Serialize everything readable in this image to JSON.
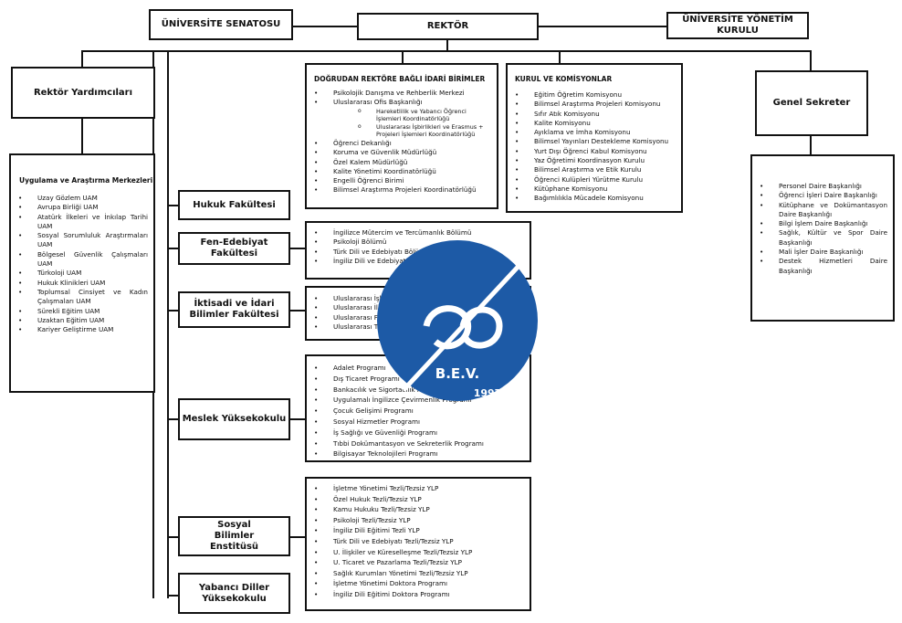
{
  "top": {
    "senate": "ÜNİVERSİTE SENATOSU",
    "rector": "REKTÖR",
    "board": "ÜNİVERSİTE YÖNETİM KURULU"
  },
  "vice_rectors": {
    "title": "Rektör Yardımcıları"
  },
  "research_centers": {
    "title": "Uygulama ve Araştırma Merkezleri",
    "items": [
      "Uzay Gözlem UAM",
      "Avrupa Birliği UAM",
      "Atatürk İlkeleri ve İnkılap Tarihi UAM",
      "Sosyal Sorumluluk Araştırmaları UAM",
      "Bölgesel Güvenlik Çalışmaları UAM",
      "Türkoloji UAM",
      "Hukuk Klinikleri UAM",
      "Toplumsal Cinsiyet ve Kadın Çalışmaları UAM",
      "Sürekli Eğitim UAM",
      "Uzaktan Eğitim UAM",
      "Kariyer Geliştirme UAM"
    ]
  },
  "admin_units": {
    "title": "DOĞRUDAN REKTÖRE BAĞLI İDARİ BİRİMLER",
    "items_a": [
      "Psikolojik Danışma ve Rehberlik Merkezi",
      "Uluslararası Ofis Başkanlığı"
    ],
    "sub_items": [
      "Hareketlilik ve Yabancı Öğrenci İşlemleri Koordinatörlüğü",
      "Uluslararası İşbirlikleri ve Erasmus + Projeleri İşlemleri Koordinatörlüğü"
    ],
    "items_b": [
      "Öğrenci Dekanlığı",
      "Koruma ve Güvenlik Müdürlüğü",
      "Özel Kalem Müdürlüğü",
      "Kalite Yönetimi Koordinatörlüğü",
      "Engelli Öğrenci Birimi",
      "Bilimsel Araştırma Projeleri Koordinatörlüğü"
    ]
  },
  "councils": {
    "title": "KURUL VE KOMİSYONLAR",
    "items": [
      "Eğitim Öğretim Komisyonu",
      "Bilimsel Araştırma Projeleri Komisyonu",
      "Sıfır Atık Komisyonu",
      "Kalite Komisyonu",
      "Ayıklama ve İmha Komisyonu",
      "Bilimsel Yayınları Destekleme Komisyonu",
      "Yurt Dışı Öğrenci Kabul Komisyonu",
      "Yaz Öğretimi Koordinasyon Kurulu",
      "Bilimsel Araştırma ve Etik Kurulu",
      "Öğrenci Kulüpleri Yürütme Kurulu",
      "Kütüphane Komisyonu",
      "Bağımlılıkla Mücadele Komisyonu"
    ]
  },
  "secretary": {
    "title": "Genel Sekreter",
    "items": [
      "Personel Daire Başkanlığı",
      "Öğrenci İşleri Daire Başkanlığı",
      "Kütüphane ve Dokümantasyon Daire Başkanlığı",
      "Bilgi İşlem Daire Başkanlığı",
      "Sağlık, Kültür ve Spor Daire Başkanlığı",
      "Mali İşler Daire Başkanlığı",
      "Destek Hizmetleri Daire Başkanlığı"
    ]
  },
  "faculties": {
    "law": "Hukuk Fakültesi",
    "arts": "Fen-Edebiyat Fakültesi",
    "econ": "İktisadi ve İdari Bilimler Fakültesi",
    "vocational": "Meslek Yüksekokulu",
    "social": "Sosyal Bilimler Enstitüsü",
    "languages": "Yabancı Diller Yüksekokulu"
  },
  "arts_depts": [
    "İngilizce Mütercim ve Tercümanlık Bölümü",
    "Psikoloji Bölümü",
    "Türk Dili ve Edebiyatı Bölümü",
    "İngiliz Dili ve Edebiyatı Bölümü"
  ],
  "econ_depts": [
    "Uluslararası İşletme Yönetimi Bölümü",
    "Uluslararası İlişkiler Bölümü",
    "Uluslararası Finans ve Bankacılık Bölümü",
    "Uluslararası Ticaret ve Lojistik Bölümü"
  ],
  "vocational_programs": [
    "Adalet Programı",
    "Dış Ticaret Programı",
    "Bankacılık ve Sigortacılık Programı",
    "Uygulamalı İngilizce Çevirmenlik Programı",
    "Çocuk Gelişimi Programı",
    "Sosyal Hizmetler Programı",
    "İş Sağlığı ve Güvenliği Programı",
    "Tıbbi Dokümantasyon ve Sekreterlik Programı",
    "Bilgisayar Teknolojileri Programı"
  ],
  "social_programs": [
    "İşletme Yönetimi Tezli/Tezsiz YLP",
    "Özel Hukuk Tezli/Tezsiz YLP",
    "Kamu Hukuku Tezli/Tezsiz YLP",
    "Psikoloji Tezli/Tezsiz YLP",
    "İngiliz Dili Eğitimi Tezli YLP",
    "Türk Dili ve Edebiyatı Tezli/Tezsiz YLP",
    "U. İlişkiler ve Küreselleşme Tezli/Tezsiz YLP",
    "U. Ticaret ve Pazarlama Tezli/Tezsiz YLP",
    "Sağlık Kurumları Yönetimi Tezli/Tezsiz YLP",
    "İşletme Yönetimi Doktora Programı",
    "İngiliz Dili Eğitimi Doktora Programı"
  ],
  "watermark": {
    "text": "B.E.V.",
    "year": "1997",
    "color": "#1d5aa6"
  }
}
